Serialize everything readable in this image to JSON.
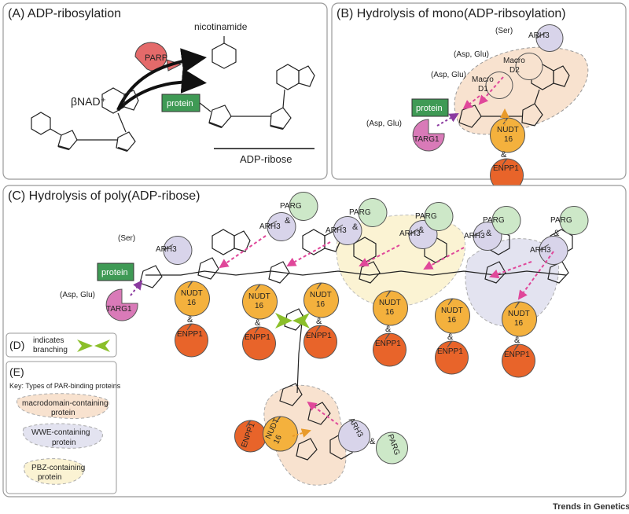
{
  "panels": {
    "a": {
      "title": "(A) ADP-ribosylation",
      "nicotinamide": "nicotinamide",
      "parp": "PARP",
      "protein": "protein",
      "nad": "βNAD⁺",
      "adp_ribose": "ADP-ribose"
    },
    "b": {
      "title": "(B) Hydrolysis of mono(ADP-ribsoylation)",
      "ser": "(Ser)",
      "arh3": "ARH3",
      "amp": "&",
      "asp_glu": "(Asp, Glu)",
      "macro_d2": [
        "Macro",
        "D2"
      ],
      "macro_d1": [
        "Macro",
        "D1"
      ],
      "protein": "protein",
      "targ1": "TARG1",
      "nudt": [
        "NUDT",
        "16"
      ],
      "enpp1": "ENPP1"
    },
    "c": {
      "title": "(C) Hydrolysis of poly(ADP-ribose)",
      "ser": "(Ser)",
      "asp_glu": "(Asp, Glu)",
      "protein": "protein",
      "targ1": "TARG1",
      "arh3": "ARH3",
      "parg": "PARG",
      "nudt": [
        "NUDT",
        "16"
      ],
      "enpp1": "ENPP1",
      "amp": "&"
    },
    "d": {
      "title": "(D)",
      "text": [
        "indicates",
        "branching"
      ]
    },
    "e": {
      "title": "(E)",
      "key": "Key: Types of PAR-binding proteins",
      "macro": [
        "macrodomain-containing",
        "protein"
      ],
      "wwe": [
        "WWE-containing",
        "protein"
      ],
      "pbz": [
        "PBZ-containing",
        "protein"
      ]
    }
  },
  "footer": "Trends in Genetics",
  "colors": {
    "parp": "#e46a6a",
    "protein": "#3f9a55",
    "arh3": "#d8d4ea",
    "parg": "#cde8c8",
    "nudt": "#f4b13d",
    "enpp1": "#e8642a",
    "targ1": "#d97ab8",
    "macro": "#f8e2cf",
    "arrow_pink": "#e0479a",
    "arrow_purple": "#8b3aa0",
    "arrow_orange": "#e89a2a",
    "branch": "#8bbf2a"
  }
}
